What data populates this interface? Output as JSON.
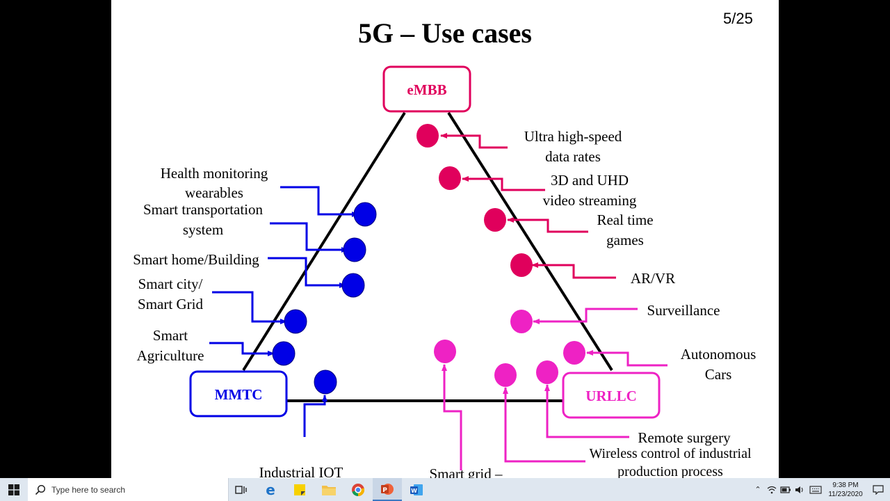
{
  "slide": {
    "page_number": "5/25",
    "title": "5G – Use cases",
    "corners": {
      "top": "eMBB",
      "left": "MMTC",
      "right": "URLLC"
    },
    "left_labels": [
      [
        "Health monitoring",
        "wearables"
      ],
      [
        "Smart transportation",
        "system"
      ],
      [
        "Smart home/Building"
      ],
      [
        "Smart city/",
        "Smart Grid"
      ],
      [
        "Smart",
        "Agriculture"
      ]
    ],
    "bottom_labels": {
      "industrial_iot": "Industrial IOT",
      "smart_grid": "Smart grid –",
      "wireless_control": [
        "Wireless control of industrial",
        "production process"
      ],
      "remote_surgery": "Remote surgery"
    },
    "right_labels": [
      [
        "Ultra high-speed",
        "data rates"
      ],
      [
        "3D and UHD",
        "video streaming"
      ],
      [
        "Real time",
        "games"
      ],
      [
        "AR/VR"
      ],
      [
        "Surveillance"
      ],
      [
        "Autonomous",
        "Cars"
      ]
    ],
    "colors": {
      "mmtc": "#0000e6",
      "embb": "#e0005c",
      "urllc": "#ee22c4",
      "edge": "#000000"
    }
  },
  "taskbar": {
    "search_placeholder": "Type here to search",
    "apps": [
      "task-view",
      "edge",
      "sticky-notes",
      "file-explorer",
      "chrome",
      "powerpoint",
      "word"
    ],
    "active_app": "powerpoint",
    "clock_time": "9:38 PM",
    "clock_date": "11/23/2020"
  }
}
